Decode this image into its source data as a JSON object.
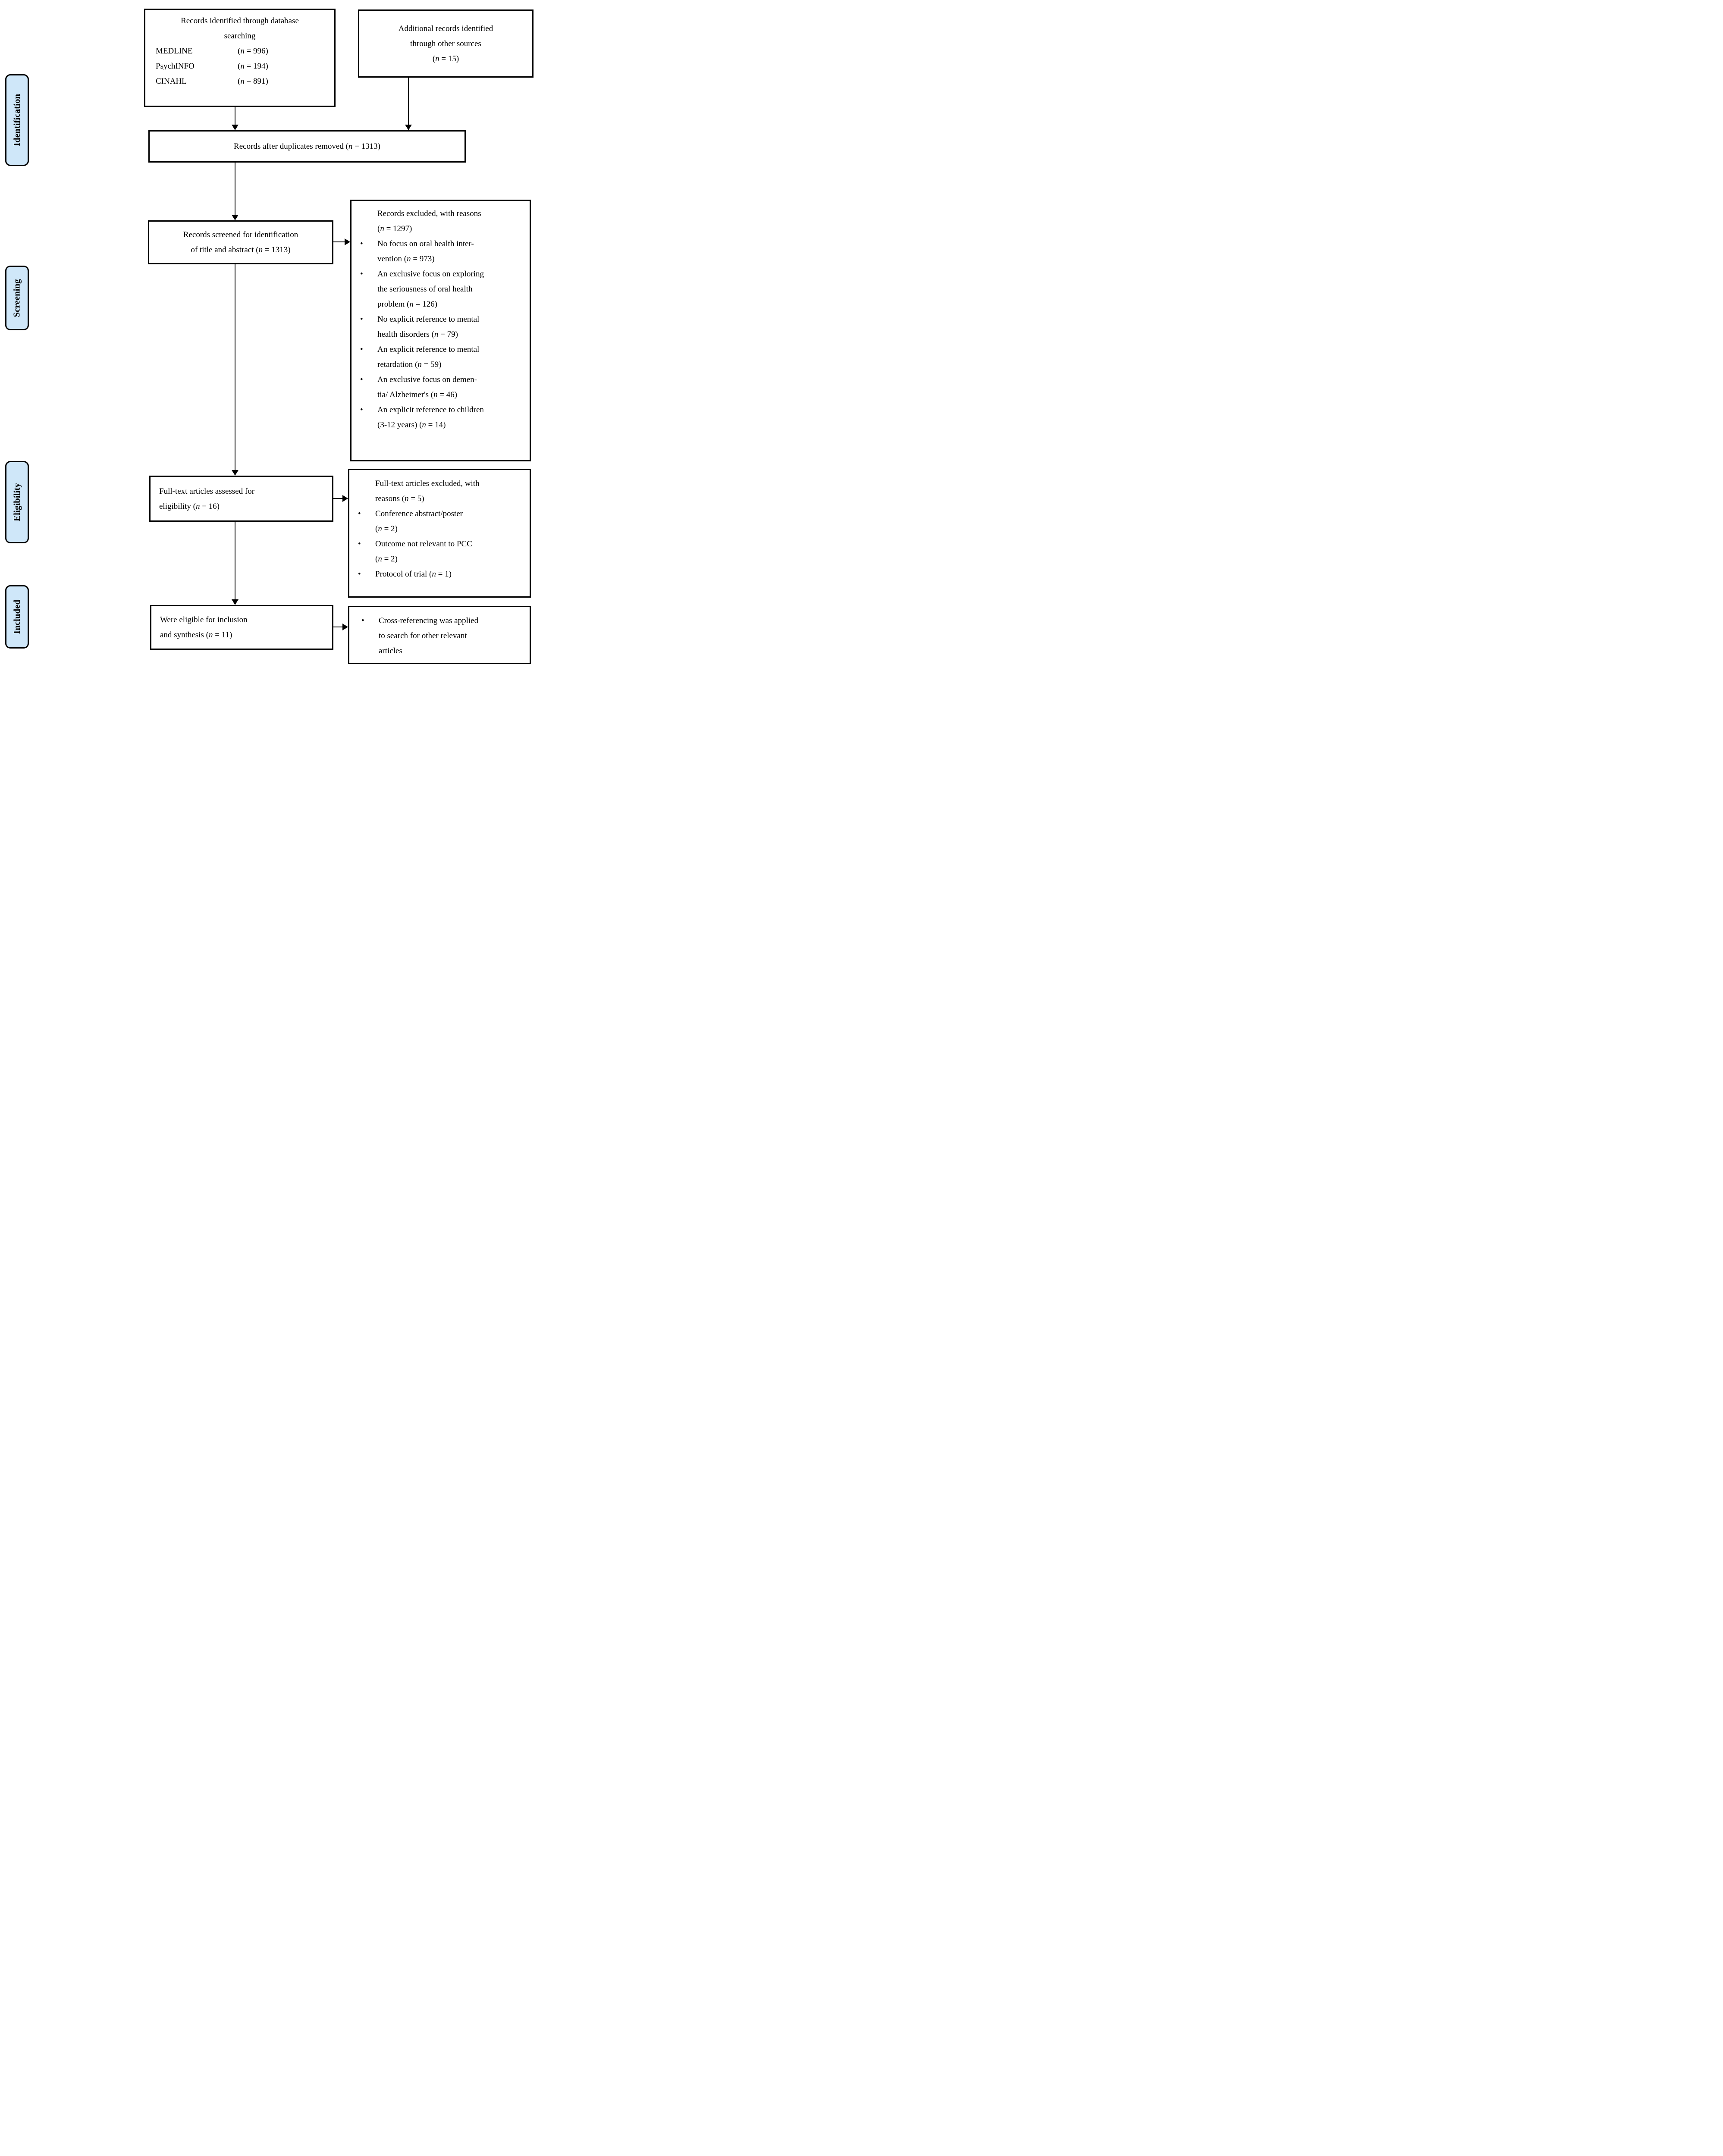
{
  "meta": {
    "bullet_char": "•"
  },
  "diagram": {
    "stages": [
      {
        "label": "Identification"
      },
      {
        "label": "Screening"
      },
      {
        "label": "Eligibility"
      },
      {
        "label": "Included"
      }
    ],
    "colors": {
      "stage_fill": "#cfe7f9",
      "stage_border": "#000000",
      "box_border": "#000000",
      "arrow": "#000000",
      "text": "#000000",
      "background": "#ffffff"
    },
    "boxes": {
      "identified": {
        "title": "Records identified through database\nsearching",
        "rows": [
          {
            "source": "MEDLINE",
            "count": "(n = 996)"
          },
          {
            "source": "PsychINFO",
            "count": "(n = 194)"
          },
          {
            "source": "CINAHL",
            "count": "(n = 891)"
          }
        ]
      },
      "additional": {
        "text": "Additional records identified\nthrough other sources\n(n = 15)"
      },
      "deduplicated": {
        "text": "Records after duplicates removed (n = 1313)"
      },
      "screened": {
        "text": "Records screened for identification\nof title and abstract (n = 1313)"
      },
      "records_excluded": {
        "title": "Records excluded, with reasons\n(n = 1297)",
        "bullets": [
          "No focus on oral health inter-\nvention (n = 973)",
          "An exclusive focus on exploring\nthe seriousness of oral health\nproblem (n = 126)",
          "No explicit reference to mental\nhealth disorders (n = 79)",
          "An explicit reference to mental\nretardation (n = 59)",
          "An exclusive focus on demen-\ntia/ Alzheimer's (n = 46)",
          "An explicit reference to children\n(3-12 years) (n = 14)"
        ]
      },
      "fulltext_assessed": {
        "text": "Full-text articles assessed for\neligibility (n = 16)"
      },
      "fulltext_excluded": {
        "title": "Full-text articles excluded, with\nreasons (n = 5)",
        "bullets": [
          "Conference abstract/poster\n(n = 2)",
          "Outcome not relevant to PCC\n(n = 2)",
          "Protocol of trial (n = 1)"
        ]
      },
      "eligible": {
        "text": "Were eligible for inclusion\nand synthesis (n = 11)"
      },
      "crossref": {
        "bullets": [
          "Cross-referencing was applied\nto search for other relevant\narticles"
        ]
      }
    }
  }
}
